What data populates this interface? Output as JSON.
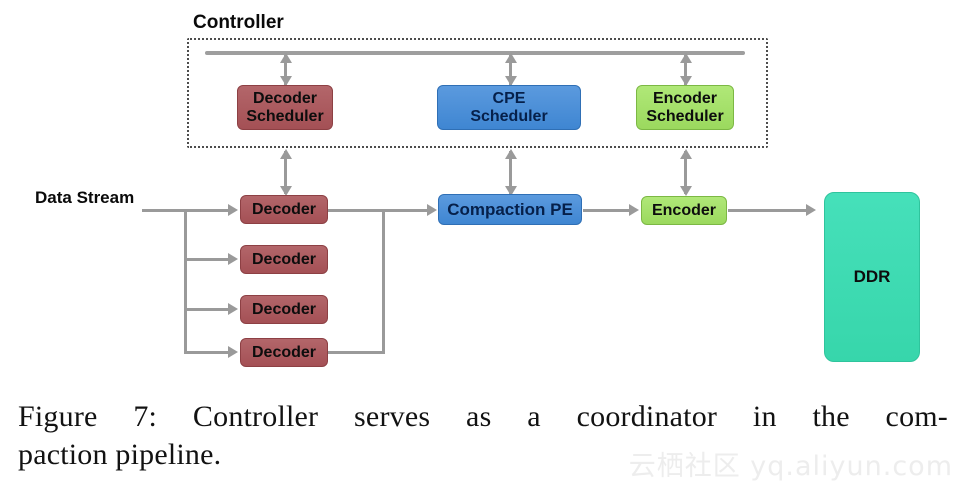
{
  "figure": {
    "controller_label": "Controller",
    "data_stream_label": "Data Stream",
    "watermark": "云栖社区 yq.aliyun.com",
    "caption_line1": "Figure 7:  Controller serves as a coordinator in the com-",
    "caption_line2": "paction pipeline."
  },
  "colors": {
    "decoder_red": "#ab5a5e",
    "cpe_blue": "#4a90d9",
    "encoder_green": "#a6e06a",
    "ddr_teal": "#3fdcb3",
    "line_gray": "#9a9a9a",
    "frame_dotted": "#4d4d4d",
    "watermark_gray": "#ededed"
  },
  "controller": {
    "schedulers": [
      {
        "id": "decoder-scheduler",
        "label": "Decoder\nScheduler",
        "color_class": "red"
      },
      {
        "id": "cpe-scheduler",
        "label": "CPE\nScheduler",
        "color_class": "blue"
      },
      {
        "id": "encoder-scheduler",
        "label": "Encoder\nScheduler",
        "color_class": "green"
      }
    ]
  },
  "pipeline": {
    "decoders": [
      {
        "id": "decoder-1",
        "label": "Decoder"
      },
      {
        "id": "decoder-2",
        "label": "Decoder"
      },
      {
        "id": "decoder-3",
        "label": "Decoder"
      },
      {
        "id": "decoder-4",
        "label": "Decoder"
      }
    ],
    "compaction_pe": {
      "id": "compaction-pe",
      "label": "Compaction PE"
    },
    "encoder": {
      "id": "encoder",
      "label": "Encoder"
    },
    "ddr": {
      "id": "ddr",
      "label": "DDR"
    }
  }
}
